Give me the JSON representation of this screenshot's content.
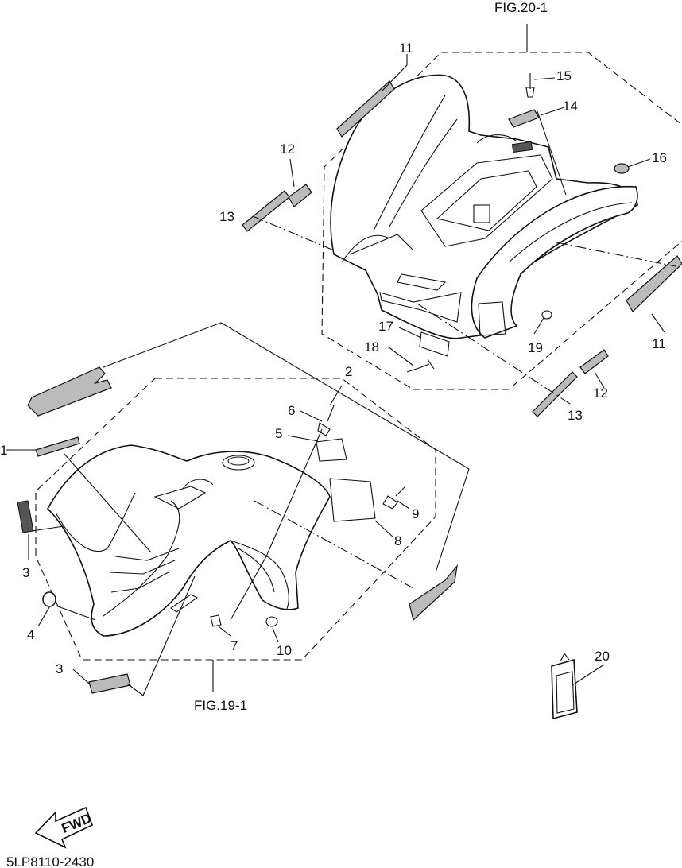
{
  "diagram": {
    "fig_top": "FIG.20-1",
    "fig_bottom": "FIG.19-1",
    "drawing_code": "5LP8110-2430",
    "fwd_label": "FWD",
    "callouts": {
      "c1": "1",
      "c2": "2",
      "c3a": "3",
      "c3b": "3",
      "c4": "4",
      "c5": "5",
      "c6": "6",
      "c7": "7",
      "c8": "8",
      "c9": "9",
      "c10": "10",
      "c11a": "11",
      "c11b": "11",
      "c12a": "12",
      "c12b": "12",
      "c13a": "13",
      "c13b": "13",
      "c14": "14",
      "c15": "15",
      "c16": "16",
      "c17": "17",
      "c18": "18",
      "c19": "19",
      "c20": "20"
    }
  }
}
